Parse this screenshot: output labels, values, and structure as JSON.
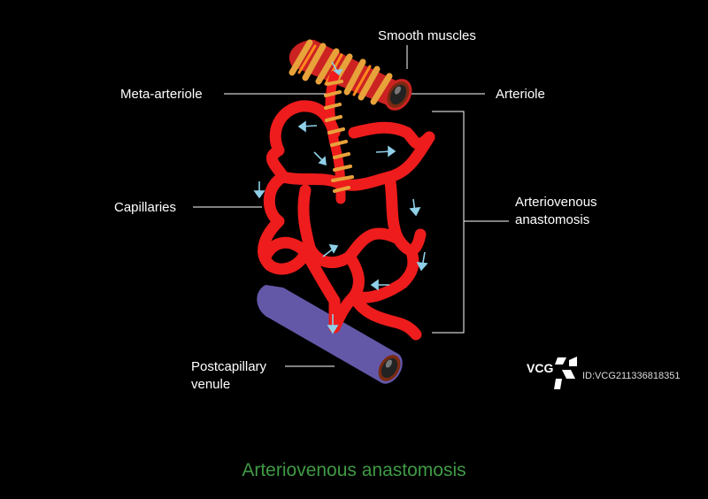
{
  "labels": {
    "smooth_muscles": "Smooth muscles",
    "meta_arteriole": "Meta-arteriole",
    "arteriole": "Arteriole",
    "capillaries": "Capillaries",
    "av_line1": "Arteriovenous",
    "av_line2": "anastomosis",
    "venule_line1": "Postcapillary",
    "venule_line2": "venule"
  },
  "caption": "Arteriovenous anastomosis",
  "watermark": {
    "logo_text": "VCG",
    "id_text": "ID:VCG211336818351"
  },
  "colors": {
    "background": "#000000",
    "capillary": "#ee1c1c",
    "muscle_band": "#e8a23a",
    "arteriole": "#cc2222",
    "venule": "#6358a8",
    "flow_arrow": "#8fd0e8",
    "leader_line": "#ffffff",
    "caption": "#3f9a45"
  },
  "icons": [
    "flow-arrow-icon",
    "vcg-logo-icon"
  ]
}
